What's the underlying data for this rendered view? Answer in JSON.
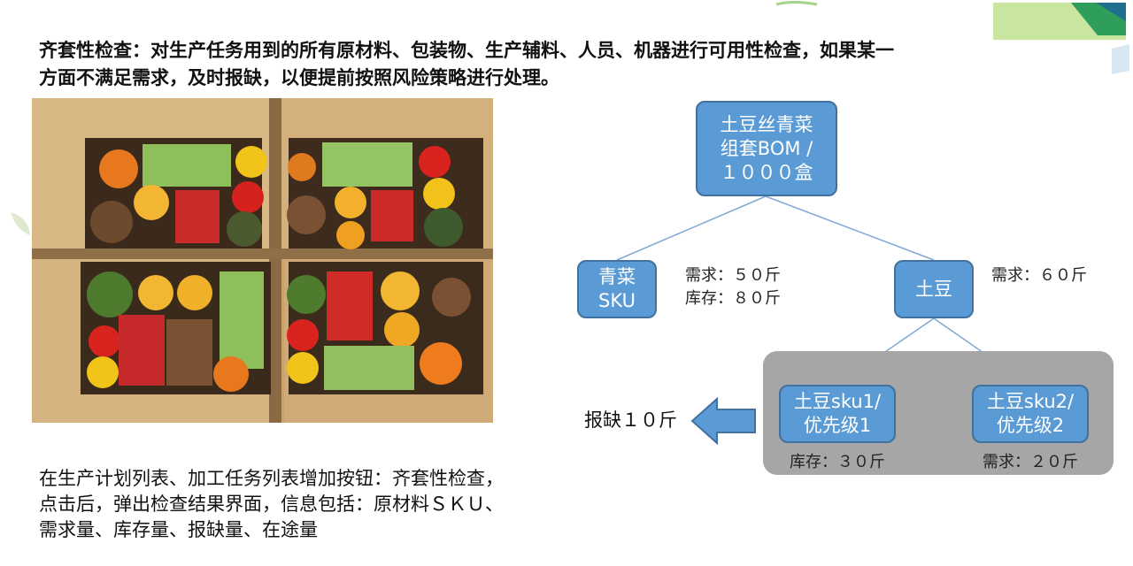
{
  "header": {
    "line1": "齐套性检查：对生产任务用到的所有原材料、包装物、生产辅料、人员、机器进行可用性检查，如果某一",
    "line2": "方面不满足需求，及时报缺，以便提前按照风险策略进行处理。"
  },
  "diagram": {
    "root": {
      "line1": "土豆丝青菜",
      "line2": "组套BOM /",
      "line3": "１０００盒"
    },
    "greens": {
      "line1": "青菜",
      "line2": "SKU",
      "demand": "需求：５０斤",
      "stock": "库存：８０斤"
    },
    "potato": {
      "label": "土豆",
      "demand": "需求：６０斤"
    },
    "sku1": {
      "line1": "土豆sku1/",
      "line2": "优先级1",
      "stock": "库存：３０斤"
    },
    "sku2": {
      "line1": "土豆sku2/",
      "line2": "优先级2",
      "demand": "需求：２０斤"
    },
    "shortage": "报缺１０斤"
  },
  "bottom": {
    "line1": "在生产计划列表、加工任务列表增加按钮：齐套性检查，",
    "line2": "点击后，弹出检查结果界面，信息包括：原材料ＳＫＵ、",
    "line3": "需求量、库存量、报缺量、在途量"
  },
  "colors": {
    "node_fill": "#5b9bd5",
    "node_border": "#41719c",
    "group_fill": "#a6a6a6",
    "connector": "#7fa8d6",
    "accent_green": "#2e8b3c"
  },
  "photo": {
    "description_icon": "vegetable-boxes-photo-icon"
  }
}
